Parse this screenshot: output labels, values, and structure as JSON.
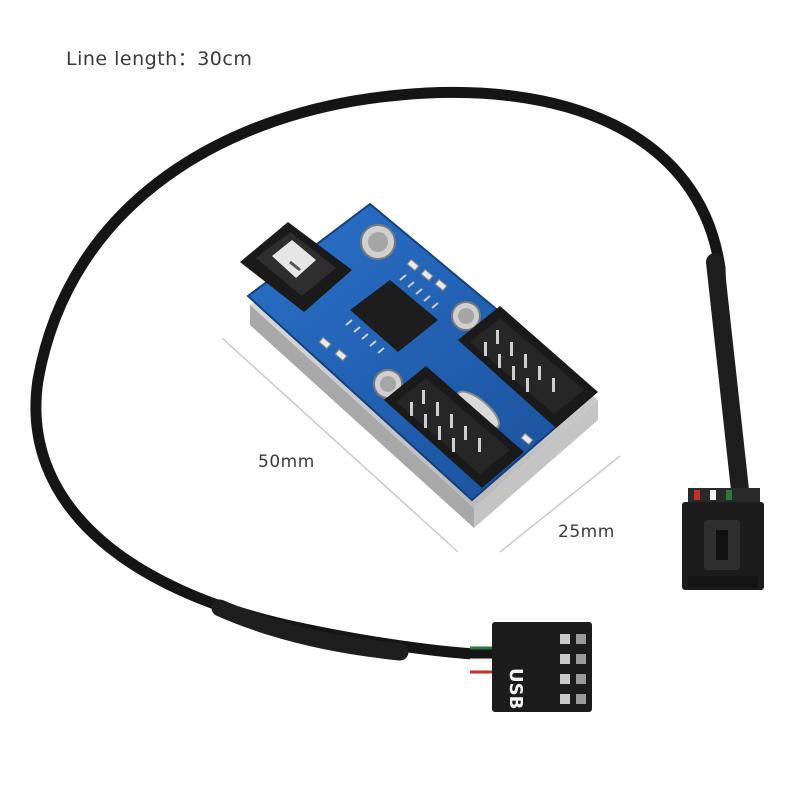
{
  "labels": {
    "line_length": "Line length：30cm",
    "length": "50mm",
    "width": "25mm"
  },
  "connector": {
    "usb_text": "USB"
  },
  "colors": {
    "pcb": "#1f5fb5",
    "cable": "#151515",
    "connector": "#1c1c1c",
    "pin": "#c9c9c9",
    "text": "#3a3a3a"
  }
}
